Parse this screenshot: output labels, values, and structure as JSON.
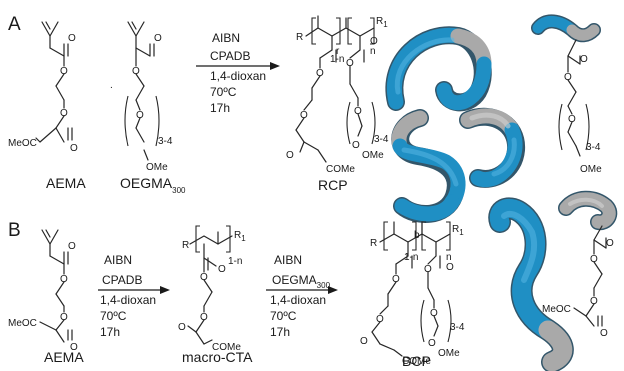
{
  "panels": {
    "a": "A",
    "b": "B"
  },
  "atoms": {
    "o": "O",
    "meoc": "MeOC",
    "ome": "OMe",
    "r": "R",
    "r1": "R",
    "r1_sub": "1",
    "n": "n",
    "one_minus_n": "1-n",
    "rr": "r",
    "bb": "b",
    "three_four": "3-4",
    "cooome": "COMe",
    "dot": "."
  },
  "conditions_a": [
    "AIBN",
    "CPADB",
    "1,4-dioxan",
    "70ºC",
    "17h"
  ],
  "conditions_b1": [
    "AIBN",
    "CPADB",
    "1,4-dioxan",
    "70ºC",
    "17h"
  ],
  "conditions_b2": {
    "line1": "AIBN",
    "line2_base": "OEGMA",
    "line2_sub": "300",
    "line3": "1,4-dioxan",
    "line4": "70ºC",
    "line5": "17h"
  },
  "labels": {
    "aema_a": "AEMA",
    "oegma_base": "OEGMA",
    "oegma_sub": "300",
    "rcp": "RCP",
    "aema_b": "AEMA",
    "macro_cta": "macro-CTA",
    "bcp": "BCP"
  },
  "colors": {
    "blue_block": "#1f8fc4",
    "grey_block": "#a9a9a9"
  }
}
